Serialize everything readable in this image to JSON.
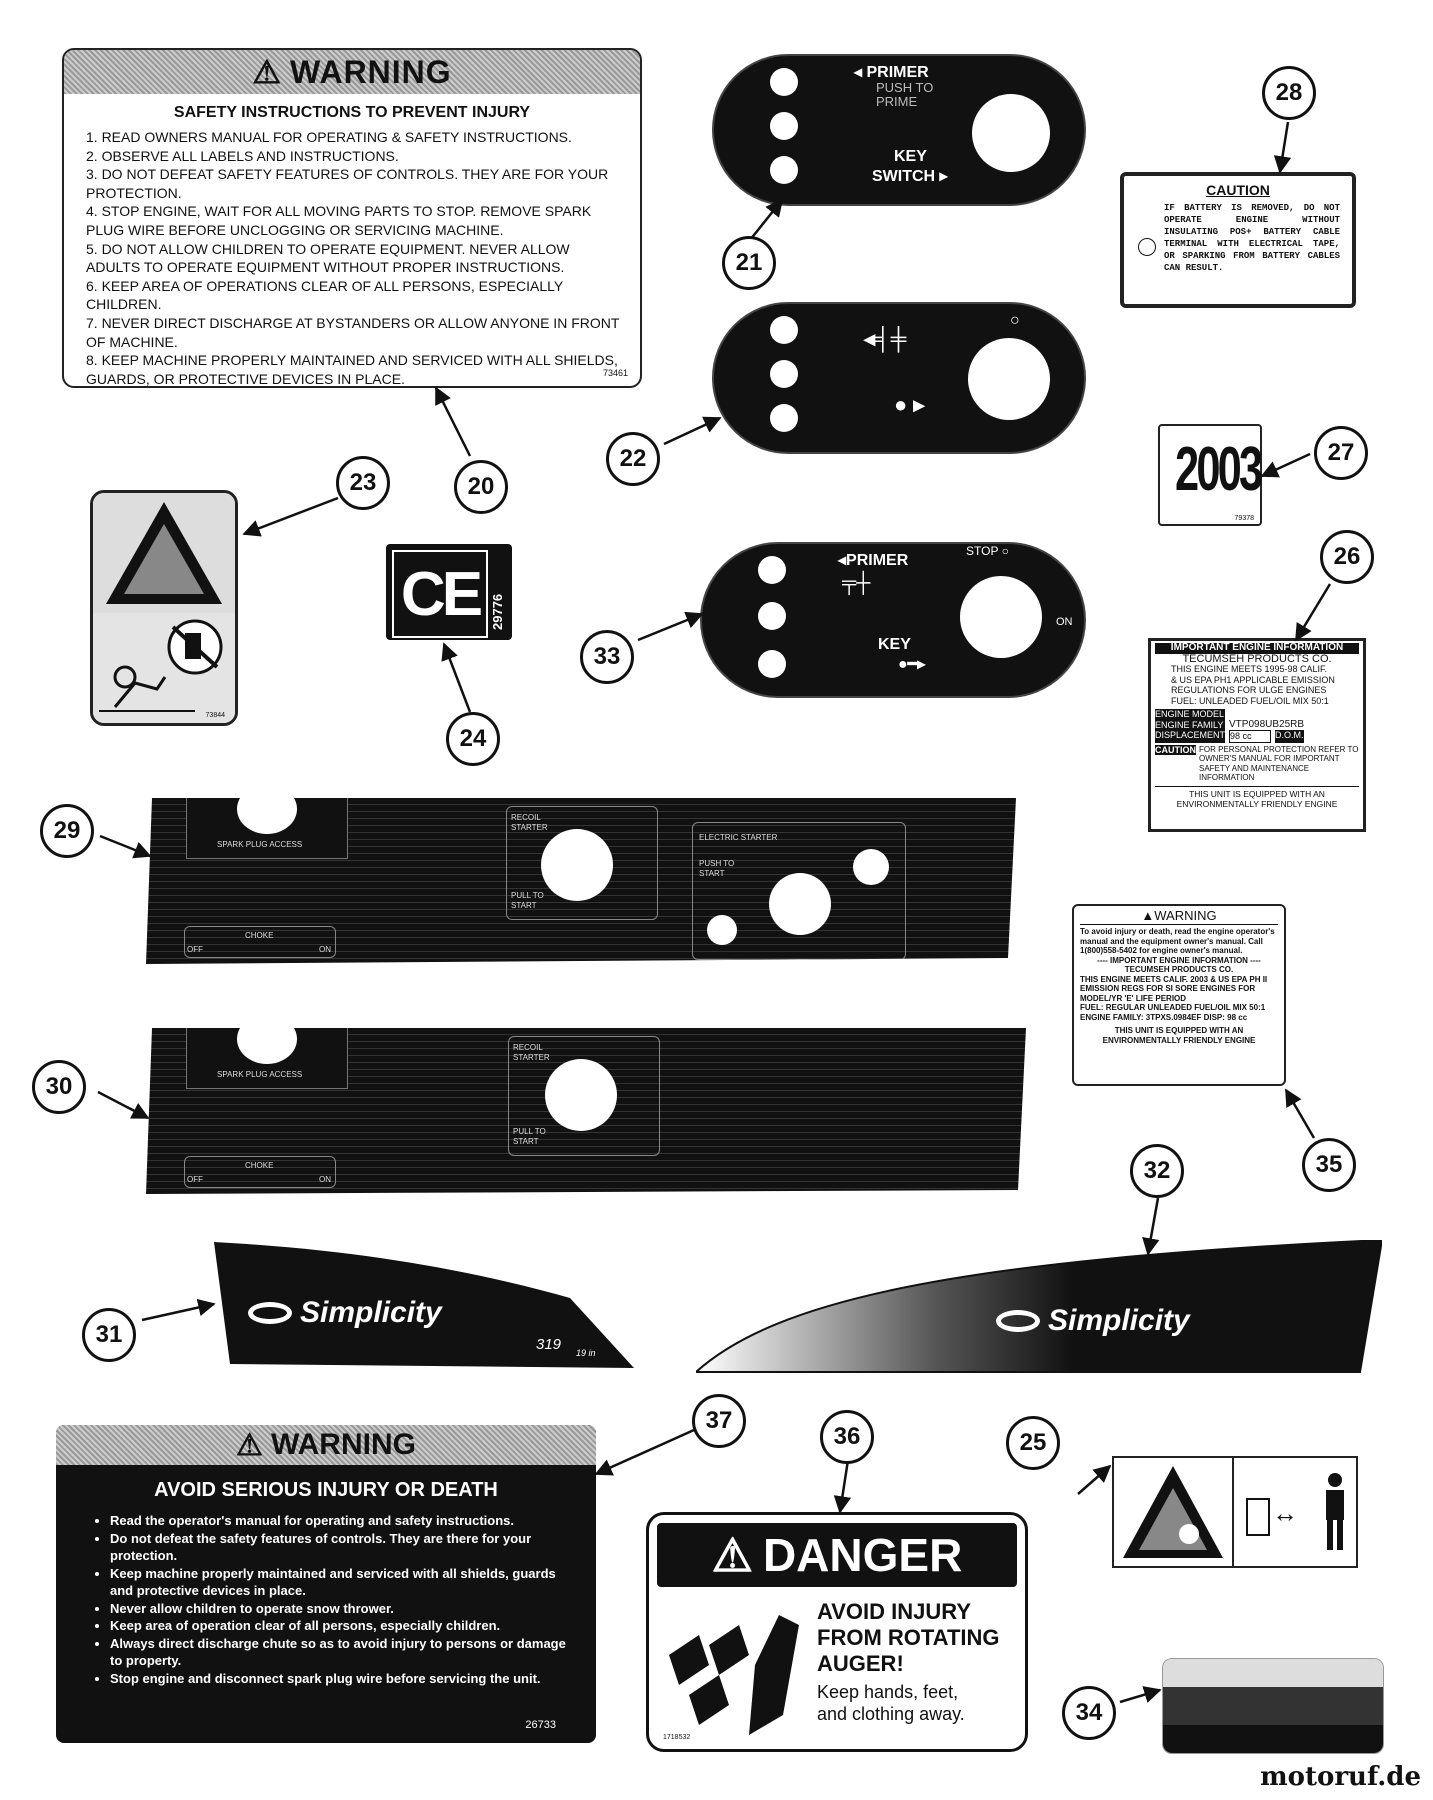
{
  "watermark": "motoruf.de",
  "callouts": [
    "20",
    "21",
    "22",
    "23",
    "24",
    "25",
    "26",
    "27",
    "28",
    "29",
    "30",
    "31",
    "32",
    "33",
    "34",
    "35",
    "36",
    "37"
  ],
  "label20": {
    "title": "WARNING",
    "subtitle": "SAFETY INSTRUCTIONS TO PREVENT INJURY",
    "items": [
      "1. READ OWNERS MANUAL FOR OPERATING & SAFETY INSTRUCTIONS.",
      "2. OBSERVE ALL LABELS AND INSTRUCTIONS.",
      "3. DO NOT DEFEAT SAFETY FEATURES OF CONTROLS. THEY ARE FOR YOUR PROTECTION.",
      "4. STOP ENGINE, WAIT FOR ALL MOVING PARTS TO STOP. REMOVE SPARK PLUG WIRE BEFORE UNCLOGGING OR SERVICING MACHINE.",
      "5. DO NOT ALLOW CHILDREN TO OPERATE EQUIPMENT. NEVER ALLOW ADULTS TO OPERATE EQUIPMENT WITHOUT PROPER INSTRUCTIONS.",
      "6. KEEP AREA OF OPERATIONS CLEAR OF ALL PERSONS, ESPECIALLY CHILDREN.",
      "7. NEVER DIRECT DISCHARGE AT BYSTANDERS OR ALLOW ANYONE IN FRONT OF MACHINE.",
      "8. KEEP MACHINE PROPERLY MAINTAINED AND SERVICED WITH ALL SHIELDS, GUARDS, OR PROTECTIVE DEVICES IN PLACE."
    ],
    "part_no": "73461"
  },
  "label21": {
    "primer": "PRIMER",
    "push": "PUSH TO",
    "prime": "PRIME",
    "key": "KEY",
    "switch": "SWITCH"
  },
  "label24": {
    "mark": "CE",
    "part_no": "29776"
  },
  "label23": {
    "part_no": "73844"
  },
  "label27": {
    "year": "2003",
    "part_no": "79378"
  },
  "label28": {
    "title": "CAUTION",
    "text": "IF BATTERY IS REMOVED, DO NOT OPERATE ENGINE WITHOUT INSULATING POS+ BATTERY CABLE TERMINAL WITH ELECTRICAL TAPE, OR SPARKING FROM BATTERY CABLES CAN RESULT."
  },
  "label33": {
    "primer": "PRIMER",
    "stop": "STOP",
    "key": "KEY",
    "on": "ON"
  },
  "label26": {
    "title": "IMPORTANT ENGINE INFORMATION",
    "maker": "TECUMSEH PRODUCTS CO.",
    "lines": [
      "THIS ENGINE MEETS 1995-98 CALIF.",
      "& US EPA PH1 APPLICABLE EMISSION",
      "REGULATIONS FOR ULGE ENGINES",
      "FUEL: UNLEADED FUEL/OIL MIX 50:1"
    ],
    "engine_model": "ENGINE MODEL",
    "engine_family_label": "ENGINE FAMILY",
    "engine_family": "VTP098UB25RB",
    "displacement_label": "DISPLACEMENT",
    "displacement": "98 cc",
    "dom": "D.O.M.",
    "caution": "CAUTION",
    "caution_text": "FOR PERSONAL PROTECTION REFER TO OWNER'S MANUAL FOR IMPORTANT SAFETY AND MAINTENANCE INFORMATION",
    "footer": "THIS UNIT IS EQUIPPED WITH AN ENVIRONMENTALLY FRIENDLY ENGINE"
  },
  "panel29": {
    "spark": "SPARK PLUG ACCESS",
    "recoil": "RECOIL",
    "starter": "STARTER",
    "pull": "PULL TO",
    "start": "START",
    "electric": "ELECTRIC STARTER",
    "push": "PUSH TO",
    "start2": "START",
    "choke": "CHOKE",
    "off": "OFF",
    "on": "ON"
  },
  "panel30": {
    "spark": "SPARK PLUG ACCESS",
    "recoil": "RECOIL",
    "starter": "STARTER",
    "pull": "PULL TO",
    "start": "START",
    "choke": "CHOKE",
    "off": "OFF",
    "on": "ON"
  },
  "label35": {
    "title": "WARNING",
    "p1": "To avoid injury or death, read the engine operator's manual and the equipment owner's manual. Call 1(800)558-5402 for engine owner's manual.",
    "p2": "---- IMPORTANT ENGINE INFORMATION ----",
    "p3": "TECUMSEH PRODUCTS CO.",
    "p4": "THIS ENGINE MEETS CALIF. 2003 & US EPA PH II EMISSION REGS FOR SI SORE ENGINES FOR MODEL/YR 'E' LIFE PERIOD",
    "p5": "FUEL: REGULAR UNLEADED   FUEL/OIL MIX 50:1",
    "p6": "ENGINE FAMILY: 3TPXS.0984EF   DISP: 98 cc",
    "footer": "THIS UNIT IS EQUIPPED WITH AN ENVIRONMENTALLY FRIENDLY ENGINE"
  },
  "decal31": {
    "brand": "Simplicity",
    "model": "319",
    "size": "19 in"
  },
  "decal32": {
    "brand": "Simplicity"
  },
  "label37": {
    "title": "WARNING",
    "subtitle": "AVOID SERIOUS INJURY OR DEATH",
    "items": [
      "Read the operator's manual for operating and safety instructions.",
      "Do not defeat the safety features of controls. They are there for your protection.",
      "Keep machine properly maintained and serviced with all shields, guards and protective devices in place.",
      "Never allow children to operate snow thrower.",
      "Keep area of operation clear of all persons, especially children.",
      "Always direct discharge chute so as to avoid injury to persons or damage to property.",
      "Stop engine and disconnect spark plug wire before servicing the unit."
    ],
    "part_no": "26733"
  },
  "label36": {
    "title": "DANGER",
    "line1": "AVOID INJURY",
    "line2": "FROM ROTATING",
    "line3": "AUGER!",
    "line4": "Keep hands, feet,",
    "line5": "and clothing away.",
    "part_no": "1718532"
  }
}
